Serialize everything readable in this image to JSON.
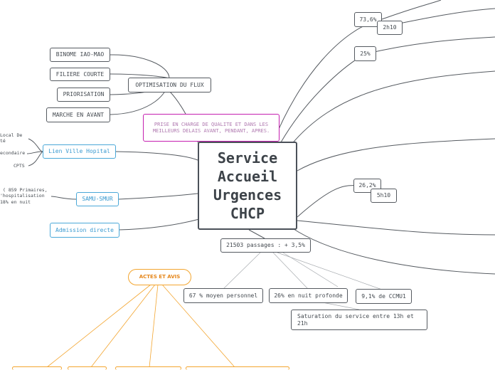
{
  "central": {
    "lines": [
      "Service",
      "Accueil",
      "Urgences",
      "CHCP"
    ]
  },
  "top_right": {
    "pct_73": "73,6%",
    "h2": "2h10",
    "pct_25": "25%"
  },
  "mid_right": {
    "pct_26": "26,2%",
    "h5": "5h10"
  },
  "quality": "PRISE EN CHARGE DE QUALITE ET DANS LES MEILLEURS DELAIS AVANT, PENDANT, APRES.",
  "flux": {
    "label": "OPTIMISATION DU FLUX",
    "items": [
      "BINOME IAO-MAO",
      "FILIERE COURTE",
      "PRIORISATION",
      "MARCHE EN AVANT"
    ]
  },
  "ville": {
    "label": "Lien Ville Hopital",
    "left_texts": [
      "Local De",
      "té",
      "econdaire",
      "CPTS"
    ]
  },
  "samu": {
    "label": "SAMU-SMUR",
    "left_texts": [
      "( 859 Primaires,",
      "'hospitalisation",
      "18% en nuit"
    ]
  },
  "admission": "Admission directe",
  "passages": {
    "label": "21503 passages : + 3,5%",
    "children": [
      "67 % moyen personnel",
      "26% en nuit profonde",
      "9,1% de CCMU1"
    ],
    "saturation": "Saturation du service entre 13h et 21h"
  },
  "actes": {
    "label": "ACTES ET AVIS"
  },
  "colors": {
    "line": "#555a60",
    "blue": "#4aa8d8",
    "magenta": "#c51fb0",
    "orange": "#f3a52f"
  }
}
